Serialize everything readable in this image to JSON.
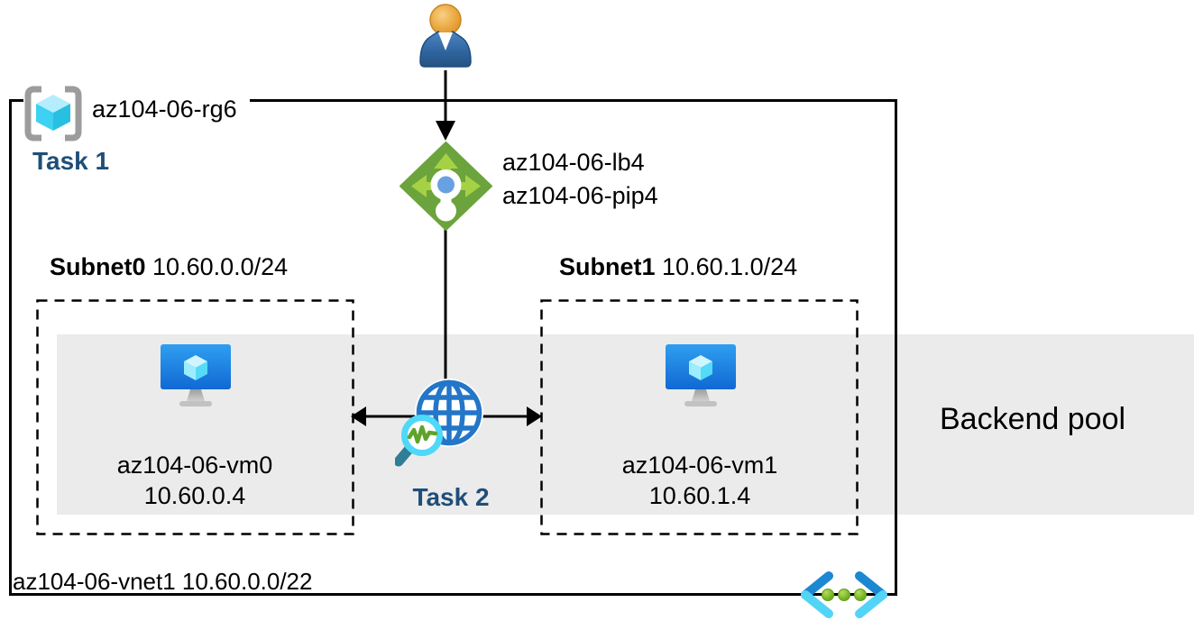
{
  "diagram": {
    "resource_group": {
      "name": "az104-06-rg6",
      "task_label": "Task 1"
    },
    "load_balancer": {
      "name": "az104-06-lb4",
      "public_ip_name": "az104-06-pip4"
    },
    "subnet0": {
      "name": "Subnet0",
      "cidr": "10.60.0.0/24",
      "vm": {
        "name": "az104-06-vm0",
        "ip": "10.60.0.4"
      }
    },
    "subnet1": {
      "name": "Subnet1",
      "cidr": "10.60.1.0/24",
      "vm": {
        "name": "az104-06-vm1",
        "ip": "10.60.1.4"
      }
    },
    "task2_label": "Task 2",
    "backend_pool_label": "Backend pool",
    "vnet": {
      "label": "az104-06-vnet1 10.60.0.0/22"
    },
    "colors": {
      "task_text": "#1F4E79",
      "backend_band": "#EBEBEB",
      "lb_green": "#6BA43C",
      "lb_arrow_green": "#A6D144",
      "globe_blue": "#2376C8",
      "magnifier_cyan": "#4FD8F7",
      "vm_screen_blue": "#1B86E3",
      "vnet_icon_blue": "#1B88D1",
      "vnet_icon_cyan": "#53D4F6"
    }
  }
}
